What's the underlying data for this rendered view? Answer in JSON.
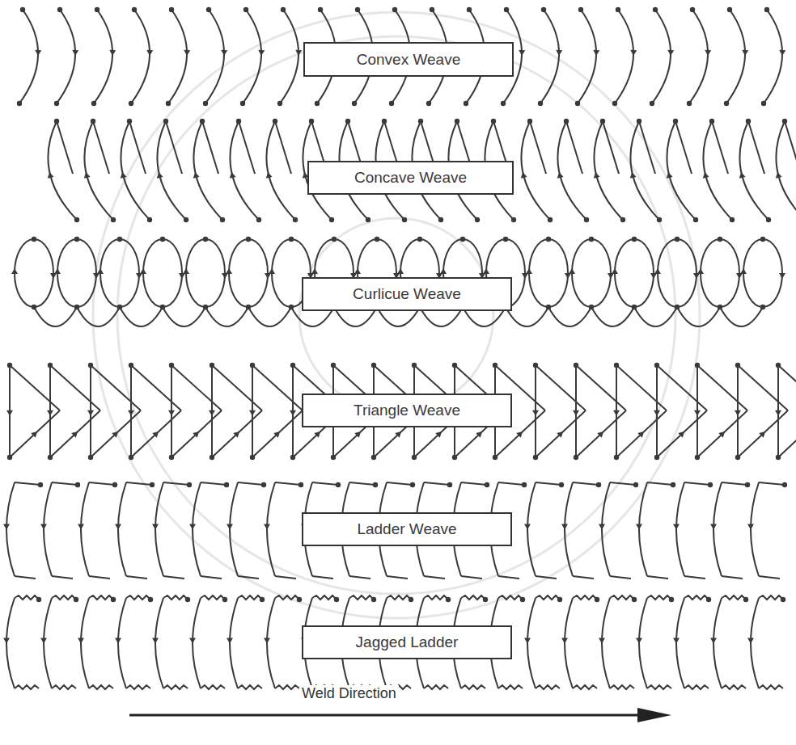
{
  "diagram": {
    "nodes": [
      {
        "text": [
          "Convex Weave"
        ]
      },
      {
        "text": [
          "Concave Weave"
        ]
      },
      {
        "text": [
          "Curlicue Weave"
        ]
      },
      {
        "text": [
          "Triangle Weave"
        ]
      },
      {
        "text": [
          "Ladder Weave"
        ]
      },
      {
        "text": [
          "Jagged Ladder"
        ]
      }
    ],
    "labels": [
      "Weld Direction"
    ]
  }
}
